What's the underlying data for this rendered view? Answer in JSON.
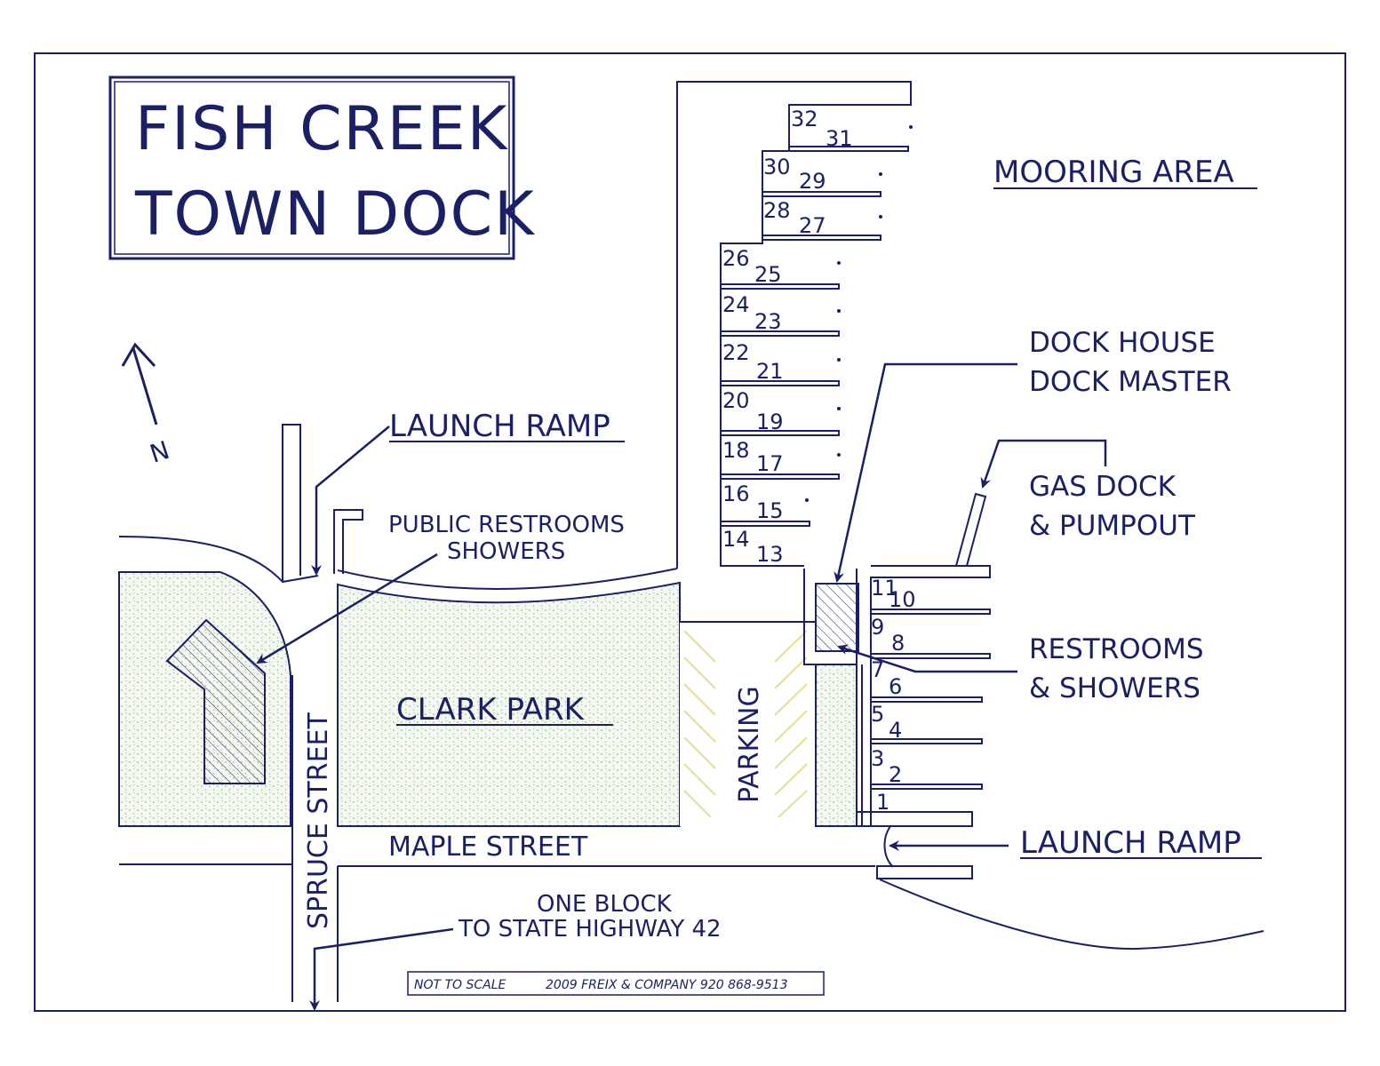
{
  "title": {
    "line1": "FISH CREEK",
    "line2": "TOWN DOCK"
  },
  "compass": {
    "letter": "N"
  },
  "labels": {
    "mooring_area": "MOORING AREA",
    "dock_house_1": "DOCK HOUSE",
    "dock_house_2": "DOCK MASTER",
    "gas_dock_1": "GAS DOCK",
    "gas_dock_2": "& PUMPOUT",
    "restrooms_1": "RESTROOMS",
    "restrooms_2": "& SHOWERS",
    "launch_ramp_north": "LAUNCH RAMP",
    "launch_ramp_south": "LAUNCH RAMP",
    "public_restrooms_1": "PUBLIC RESTROOMS",
    "public_restrooms_2": "SHOWERS",
    "clark_park": "CLARK PARK",
    "parking": "PARKING",
    "spruce_street": "SPRUCE STREET",
    "maple_street": "MAPLE STREET",
    "one_block_1": "ONE BLOCK",
    "one_block_2": "TO STATE HIGHWAY 42"
  },
  "footer": {
    "scale": "NOT TO SCALE",
    "credit": "2009   FREIX & COMPANY   920 868-9513"
  },
  "slips": [
    "32",
    "31",
    "30",
    "29",
    "28",
    "27",
    "26",
    "25",
    "24",
    "23",
    "22",
    "21",
    "20",
    "19",
    "18",
    "17",
    "16",
    "15",
    "14",
    "13",
    "11",
    "10",
    "9",
    "8",
    "7",
    "6",
    "5",
    "4",
    "3",
    "2",
    "1"
  ],
  "colors": {
    "ink": "#1a1f66",
    "park_stipple": "#8fbf8f",
    "parking_stripes": "#e6e08a",
    "background": "#ffffff"
  }
}
